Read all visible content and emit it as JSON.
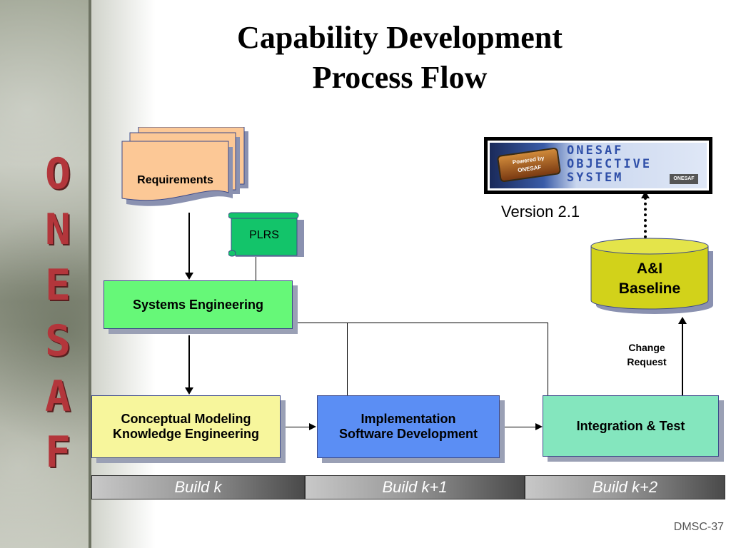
{
  "title": {
    "line1": "Capability Development",
    "line2": "Process Flow"
  },
  "banner": {
    "letters": [
      "O",
      "N",
      "E",
      "S",
      "A",
      "F"
    ]
  },
  "nodes": {
    "requirements": "Requirements",
    "plrs": "PLRS",
    "systems_engineering": "Systems Engineering",
    "conceptual_modeling": {
      "line1": "Conceptual Modeling",
      "line2": "Knowledge Engineering"
    },
    "implementation": {
      "line1": "Implementation",
      "line2": "Software Development"
    },
    "integration_test": "Integration & Test",
    "ai_baseline": {
      "line1": "A&I",
      "line2": "Baseline"
    },
    "change_request": {
      "line1": "Change",
      "line2": "Request"
    }
  },
  "logo": {
    "badge_line1": "Powered by",
    "badge_line2": "ONESAF",
    "text_lines": [
      "ONESAF",
      "OBJECTIVE",
      "SYSTEM"
    ],
    "mini": "ONESAF"
  },
  "version": "Version 2.1",
  "builds": [
    "Build k",
    "Build k+1",
    "Build k+2"
  ],
  "footer": "DMSC-37",
  "colors": {
    "requirements": "#fcc896",
    "plrs": "#13c46a",
    "systems_engineering": "#66f878",
    "conceptual_modeling": "#f7f69c",
    "implementation": "#5b8ef4",
    "integration_test": "#84e6be",
    "ai_baseline": "#d2d21a",
    "banner_letters": "#b3363b"
  }
}
